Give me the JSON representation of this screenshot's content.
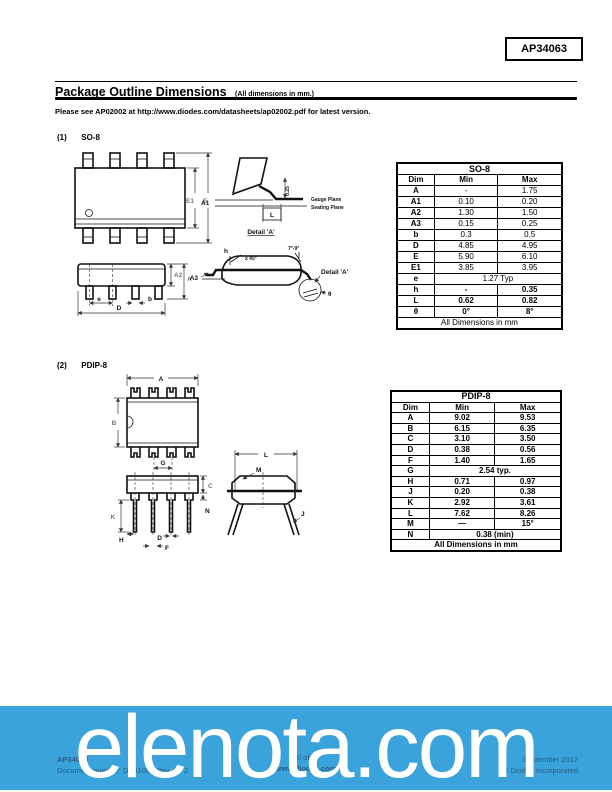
{
  "page": {
    "part_number": "AP34063",
    "section_title": "Package Outline Dimensions",
    "section_title_suffix": "(All dimensions in mm.)",
    "note": "Please see AP02002 at http://www.diodes.com/datasheets/ap02002.pdf for latest version."
  },
  "so8": {
    "heading_num": "(1)",
    "heading_name": "SO-8",
    "table": {
      "title": "SO-8",
      "columns": [
        "Dim",
        "Min",
        "Max"
      ],
      "rows": [
        [
          "A",
          "-",
          "1.75"
        ],
        [
          "A1",
          "0.10",
          "0.20"
        ],
        [
          "A2",
          "1.30",
          "1.50"
        ],
        [
          "A3",
          "0.15",
          "0.25"
        ],
        [
          "b",
          "0.3",
          "0.5"
        ],
        [
          "D",
          "4.85",
          "4.95"
        ],
        [
          "E",
          "5.90",
          "6.10"
        ],
        [
          "E1",
          "3.85",
          "3.95"
        ]
      ],
      "e_row": {
        "dim": "e",
        "value": "1.27 Typ"
      },
      "bold_rows": [
        [
          "h",
          "-",
          "0.35"
        ],
        [
          "L",
          "0.62",
          "0.82"
        ],
        [
          "θ",
          "0°",
          "8°"
        ]
      ],
      "footer": "All Dimensions in mm"
    },
    "labels": {
      "e1": "E1",
      "e_width": "E",
      "a1": "A1",
      "l": "L",
      "gauge_offset": "0.25",
      "gauge_plane": "Gauge Plane",
      "seating_plane": "Seating Plane",
      "detail_caption": "Detail 'A'",
      "detail_callout": "Detail 'A'",
      "a2": "A2",
      "a": "A",
      "pitch": "e",
      "b": "b",
      "d": "D",
      "h": "h",
      "chamfer": "x 45°",
      "draft": "7°-9°",
      "a3": "A3",
      "theta": "θ"
    }
  },
  "pdip8": {
    "heading_num": "(2)",
    "heading_name": "PDIP-8",
    "table": {
      "title": "PDIP-8",
      "columns": [
        "Dim",
        "Min",
        "Max"
      ],
      "rows1": [
        [
          "A",
          "9.02",
          "9.53"
        ],
        [
          "B",
          "6.15",
          "6.35"
        ],
        [
          "C",
          "3.10",
          "3.50"
        ],
        [
          "D",
          "0.38",
          "0.56"
        ],
        [
          "F",
          "1.40",
          "1.65"
        ]
      ],
      "g_row": {
        "dim": "G",
        "value": "2.54 typ."
      },
      "rows2": [
        [
          "H",
          "0.71",
          "0.97"
        ],
        [
          "J",
          "0.20",
          "0.38"
        ],
        [
          "K",
          "2.92",
          "3.61"
        ],
        [
          "L",
          "7.62",
          "8.26"
        ],
        [
          "M",
          "—",
          "15°"
        ]
      ],
      "n_row": {
        "dim": "N",
        "value": "0.38 (min)"
      },
      "footer": "All Dimensions in mm"
    },
    "labels": {
      "a": "A",
      "b": "B",
      "g": "G",
      "c": "C",
      "n": "N",
      "k": "K",
      "h": "H",
      "d": "D",
      "f": "F",
      "l": "L",
      "m": "M",
      "j": "J"
    }
  },
  "footer": {
    "left_line1": "AP34063",
    "left_line2": "Document number: DS31004 Rev. 8 - 2",
    "center_line1": "10 of 11",
    "center_line2": "www.diodes.com",
    "right_line1": "September 2012",
    "right_line2": "© Diodes Incorporated"
  },
  "watermark": {
    "text": "elenota.com",
    "bg_color": "#3aa3db",
    "text_color": "#ffffff"
  }
}
